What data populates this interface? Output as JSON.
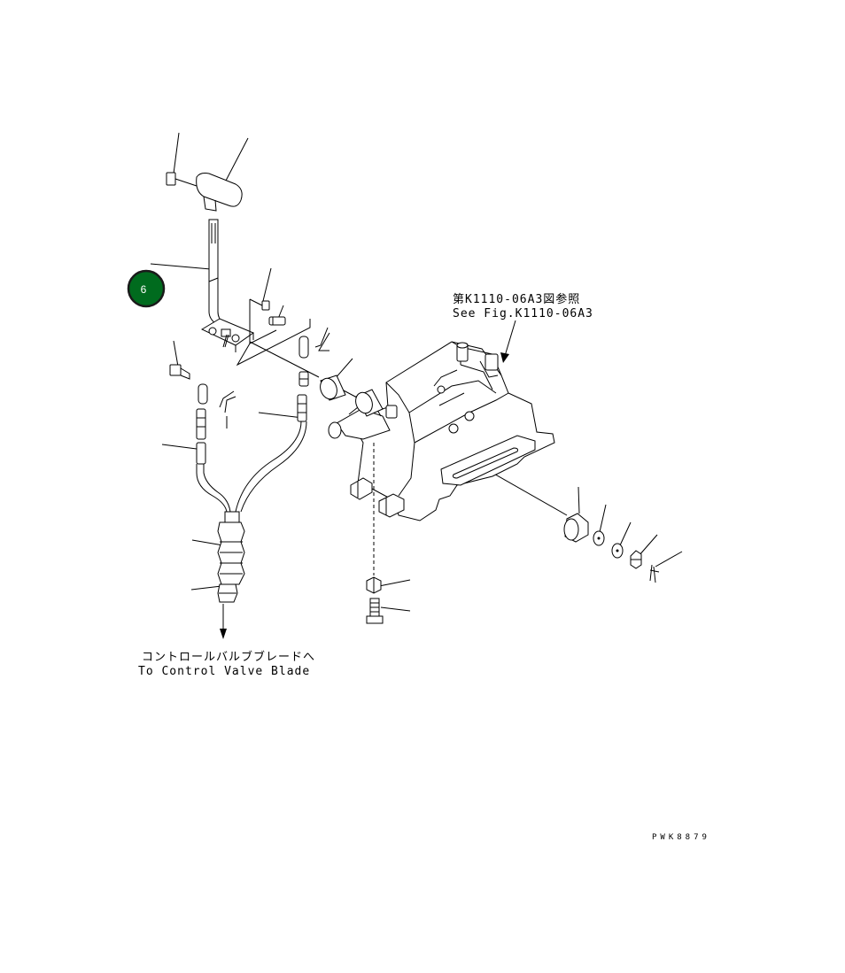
{
  "callout_badge": {
    "label": "6",
    "fill": "#006b1e",
    "ring": "#1a1a1a"
  },
  "reference_note": {
    "jp": "第K1110-06A3図参照",
    "en": "See Fig.K1110-06A3"
  },
  "destination_note": {
    "jp": "コントロールバルブブレードへ",
    "en": "To Control Valve Blade"
  },
  "drawing_code": "PWK8879",
  "icons": {
    "badge": "numbered-circle-icon",
    "arrow": "leader-arrow-icon"
  }
}
